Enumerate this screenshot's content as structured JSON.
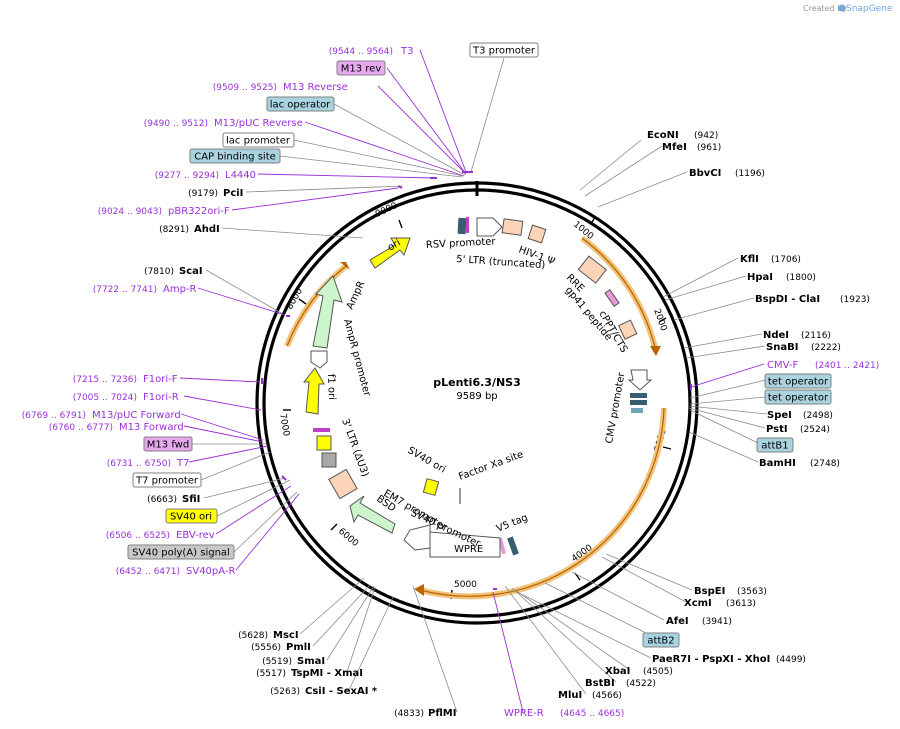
{
  "credit": {
    "prefix": "Created by",
    "brand": "SnapGene"
  },
  "plasmid": {
    "name": "pLenti6.3/NS3",
    "size_label": "9589 bp",
    "length": 9589
  },
  "ticks": [
    "1000",
    "2000",
    "3000",
    "4000",
    "5000",
    "6000",
    "7000",
    "8000",
    "9000"
  ],
  "enzymes": [
    {
      "id": "econi",
      "name": "EcoNI",
      "pos": "(942)"
    },
    {
      "id": "mfei",
      "name": "MfeI",
      "pos": "(961)"
    },
    {
      "id": "bbvci",
      "name": "BbvCI",
      "pos": "(1196)"
    },
    {
      "id": "kfli",
      "name": "KflI",
      "pos": "(1706)"
    },
    {
      "id": "hpai",
      "name": "HpaI",
      "pos": "(1800)"
    },
    {
      "id": "bspdi",
      "name": "BspDI - ClaI",
      "pos": "(1923)"
    },
    {
      "id": "ndei",
      "name": "NdeI",
      "pos": "(2116)"
    },
    {
      "id": "snabi",
      "name": "SnaBI",
      "pos": "(2222)"
    },
    {
      "id": "spei",
      "name": "SpeI",
      "pos": "(2498)"
    },
    {
      "id": "psti",
      "name": "PstI",
      "pos": "(2524)"
    },
    {
      "id": "bamhi",
      "name": "BamHI",
      "pos": "(2748)"
    },
    {
      "id": "bspei",
      "name": "BspEI",
      "pos": "(3563)"
    },
    {
      "id": "xcmi",
      "name": "XcmI",
      "pos": "(3613)"
    },
    {
      "id": "afei",
      "name": "AfeI",
      "pos": "(3941)"
    },
    {
      "id": "paer7i",
      "name": "PaeR7I - PspXI - XhoI",
      "pos": "(4499)"
    },
    {
      "id": "xbai",
      "name": "XbaI",
      "pos": "(4505)"
    },
    {
      "id": "bstbi",
      "name": "BstBI",
      "pos": "(4522)"
    },
    {
      "id": "mlui",
      "name": "MluI",
      "pos": "(4566)"
    },
    {
      "id": "pflmi",
      "name": "PflMI",
      "pos": "(4833)"
    },
    {
      "id": "csii",
      "name": "CsiI - SexAI *",
      "pos": "(5263)"
    },
    {
      "id": "tspmi",
      "name": "TspMI - XmaI",
      "pos": "(5517)"
    },
    {
      "id": "smai",
      "name": "SmaI",
      "pos": "(5519)"
    },
    {
      "id": "pmli",
      "name": "PmlI",
      "pos": "(5556)"
    },
    {
      "id": "msci",
      "name": "MscI",
      "pos": "(5628)"
    },
    {
      "id": "sfii",
      "name": "SfiI",
      "pos": "(6663)"
    },
    {
      "id": "scai",
      "name": "ScaI",
      "pos": "(7810)"
    },
    {
      "id": "ahdi",
      "name": "AhdI",
      "pos": "(8291)"
    },
    {
      "id": "pcii",
      "name": "PciI",
      "pos": "(9179)"
    }
  ],
  "primers": [
    {
      "id": "t3",
      "name": "T3",
      "pos": "(9544 .. 9564)"
    },
    {
      "id": "m13rev",
      "name": "M13 Reverse",
      "pos": "(9509 .. 9525)"
    },
    {
      "id": "m13puc",
      "name": "M13/pUC Reverse",
      "pos": "(9490 .. 9512)"
    },
    {
      "id": "l4440",
      "name": "L4440",
      "pos": "(9277 .. 9294)"
    },
    {
      "id": "pbr322",
      "name": "pBR322ori-F",
      "pos": "(9024 .. 9043)"
    },
    {
      "id": "ampr",
      "name": "Amp-R",
      "pos": "(7722 .. 7741)"
    },
    {
      "id": "f1f",
      "name": "F1ori-F",
      "pos": "(7215 .. 7236)"
    },
    {
      "id": "f1r",
      "name": "F1ori-R",
      "pos": "(7005 .. 7024)"
    },
    {
      "id": "m13pucf",
      "name": "M13/pUC Forward",
      "pos": "(6769 .. 6791)"
    },
    {
      "id": "m13f",
      "name": "M13 Forward",
      "pos": "(6760 .. 6777)"
    },
    {
      "id": "t7",
      "name": "T7",
      "pos": "(6731 .. 6750)"
    },
    {
      "id": "ebv",
      "name": "EBV-rev",
      "pos": "(6506 .. 6525)"
    },
    {
      "id": "sv40pa",
      "name": "SV40pA-R",
      "pos": "(6452 .. 6471)"
    },
    {
      "id": "cmvf",
      "name": "CMV-F",
      "pos": "(2401 .. 2421)"
    },
    {
      "id": "wprer",
      "name": "WPRE-R",
      "pos": "(4645 .. 4665)"
    }
  ],
  "boxes": [
    {
      "id": "t3prom",
      "text": "T3 promoter",
      "fill": "#ffffff"
    },
    {
      "id": "m13revbox",
      "text": "M13 rev",
      "fill": "#e7a8f0"
    },
    {
      "id": "lacop",
      "text": "lac operator",
      "fill": "#a9d3df"
    },
    {
      "id": "lacprom",
      "text": "lac promoter",
      "fill": "#ffffff"
    },
    {
      "id": "capsite",
      "text": "CAP binding site",
      "fill": "#a9d3df"
    },
    {
      "id": "tetop1",
      "text": "tet operator",
      "fill": "#a9d3df"
    },
    {
      "id": "tetop2",
      "text": "tet operator",
      "fill": "#a9d3df"
    },
    {
      "id": "attb1",
      "text": "attB1",
      "fill": "#a9d3df"
    },
    {
      "id": "attb2",
      "text": "attB2",
      "fill": "#a9d3df"
    },
    {
      "id": "m13fwd",
      "text": "M13 fwd",
      "fill": "#e7a8f0"
    },
    {
      "id": "t7prom",
      "text": "T7 promoter",
      "fill": "#ffffff"
    },
    {
      "id": "sv40ori",
      "text": "SV40 ori",
      "fill": "#ffff00"
    },
    {
      "id": "sv40pa",
      "text": "SV40 poly(A) signal",
      "fill": "#c8c8c8"
    }
  ],
  "features": {
    "rsv": "RSV promoter",
    "ltr5": "5' LTR (truncated)",
    "hiv": "HIV-1 Ψ",
    "rre": "RRE",
    "gp41": "gp41 peptide",
    "cppt": "cPPT/CTS",
    "cmv": "CMV promoter",
    "v5": "V5 tag",
    "wpre": "WPRE",
    "sv40prom": "SV40 promoter",
    "em7": "EM7 promoter",
    "bsd": "BSD",
    "ltr3": "3' LTR (ΔU3)",
    "f1": "f1 ori",
    "amprprom": "AmpR promoter",
    "ampr": "AmpR",
    "ori": "ori",
    "sv40ori_inner": "SV40 ori",
    "factorxa": "Factor Xa site"
  },
  "colors": {
    "ring": "#000000",
    "orf_arc": "#f2c27a",
    "arrow_orange": "#b86400",
    "primer": "#9b30d9"
  }
}
